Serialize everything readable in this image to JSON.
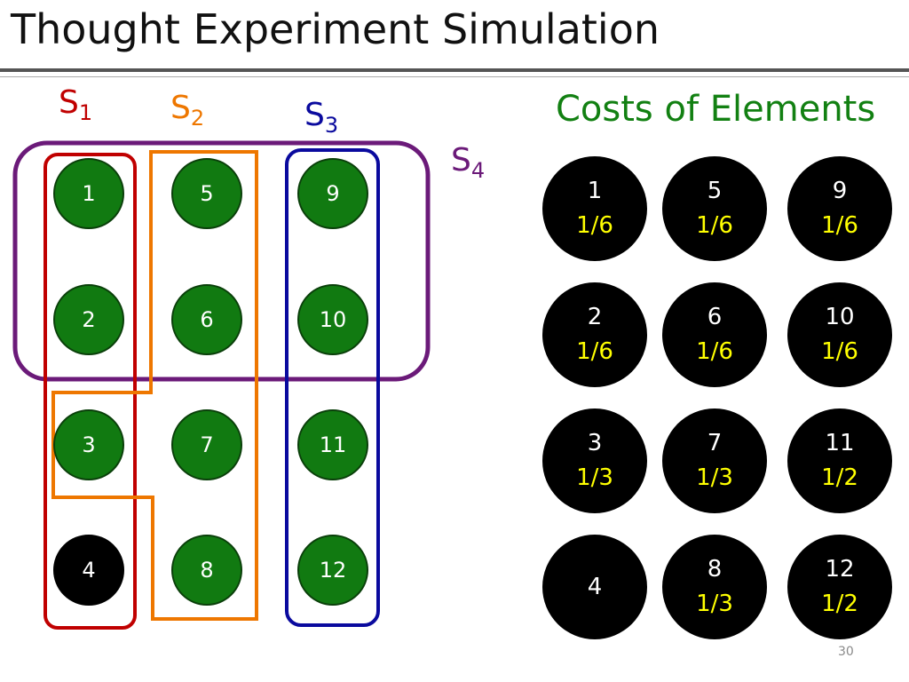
{
  "title": "Thought Experiment Simulation",
  "sets": {
    "s1": {
      "label": "S",
      "sub": "1",
      "color": "#c00000"
    },
    "s2": {
      "label": "S",
      "sub": "2",
      "color": "#ee7700"
    },
    "s3": {
      "label": "S",
      "sub": "3",
      "color": "#0a0a9e"
    },
    "s4": {
      "label": "S",
      "sub": "4",
      "color": "#6b1a79"
    }
  },
  "elements": [
    {
      "label": "1",
      "fill": "green"
    },
    {
      "label": "5",
      "fill": "green"
    },
    {
      "label": "9",
      "fill": "green"
    },
    {
      "label": "2",
      "fill": "green"
    },
    {
      "label": "6",
      "fill": "green"
    },
    {
      "label": "10",
      "fill": "green"
    },
    {
      "label": "3",
      "fill": "green"
    },
    {
      "label": "7",
      "fill": "green"
    },
    {
      "label": "11",
      "fill": "green"
    },
    {
      "label": "4",
      "fill": "black"
    },
    {
      "label": "8",
      "fill": "green"
    },
    {
      "label": "12",
      "fill": "green"
    }
  ],
  "costs_title": "Costs of Elements",
  "costs": [
    {
      "label": "1",
      "cost": "1/6"
    },
    {
      "label": "5",
      "cost": "1/6"
    },
    {
      "label": "9",
      "cost": "1/6"
    },
    {
      "label": "2",
      "cost": "1/6"
    },
    {
      "label": "6",
      "cost": "1/6"
    },
    {
      "label": "10",
      "cost": "1/6"
    },
    {
      "label": "3",
      "cost": "1/3"
    },
    {
      "label": "7",
      "cost": "1/3"
    },
    {
      "label": "11",
      "cost": "1/2"
    },
    {
      "label": "4",
      "cost": ""
    },
    {
      "label": "8",
      "cost": "1/3"
    },
    {
      "label": "12",
      "cost": "1/2"
    }
  ],
  "colors": {
    "element_green": "#117a11",
    "cost_text": "#ffff00",
    "costs_title": "#128012"
  },
  "page_number": "30"
}
